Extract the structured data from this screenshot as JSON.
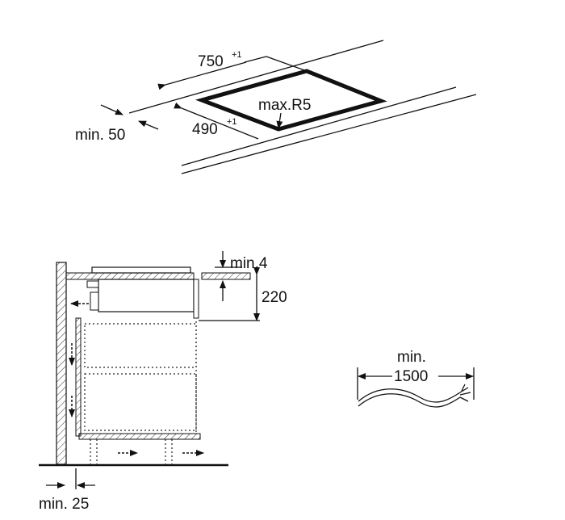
{
  "cutout": {
    "width_label": "750",
    "width_tolerance": "+1",
    "depth_label": "490",
    "depth_tolerance": "+1",
    "radius_label": "max.R5",
    "front_edge_label": "min. 50"
  },
  "section": {
    "gap_label": "min.4",
    "height_label": "220",
    "wall_gap_label": "min. 25"
  },
  "cable": {
    "label_line1": "min.",
    "label_line2": "1500"
  }
}
